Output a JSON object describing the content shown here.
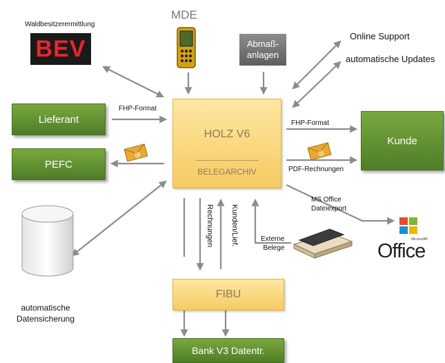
{
  "center": {
    "title": "HOLZ V6",
    "subtitle": "BELEGARCHIV"
  },
  "fibu": {
    "label": "FIBU"
  },
  "bank": {
    "label": "Bank V3 Datentr."
  },
  "bev": {
    "heading": "Waldbesitzerermittlung",
    "logo": "BEV"
  },
  "mde": {
    "label": "MDE"
  },
  "abmass": {
    "label": "Abmaß-\nanlagen"
  },
  "online": {
    "support": "Online Support",
    "updates": "automatische Updates"
  },
  "lieferant": {
    "label": "Lieferant"
  },
  "pefc": {
    "label": "PEFC"
  },
  "kunde": {
    "label": "Kunde"
  },
  "backup": {
    "label": "automatische\nDatensicherung"
  },
  "office": {
    "line1": "MS Office",
    "line2": "Dateiexport",
    "logo": "Office",
    "brand": "Microsoft®"
  },
  "arrows": {
    "fhp_left": "FHP-Format",
    "fhp_right": "FHP-Format",
    "pdf": "PDF-Rechnungen",
    "rechnungen": "Rechnungen",
    "kunden_lief": "Kunden/Lief.",
    "externe": "Externe\nBelege"
  },
  "colors": {
    "green": "#5f8e2f",
    "yellow": "#f9d77a",
    "arrow": "#8c8c8c",
    "bev_red": "#e8262b"
  }
}
